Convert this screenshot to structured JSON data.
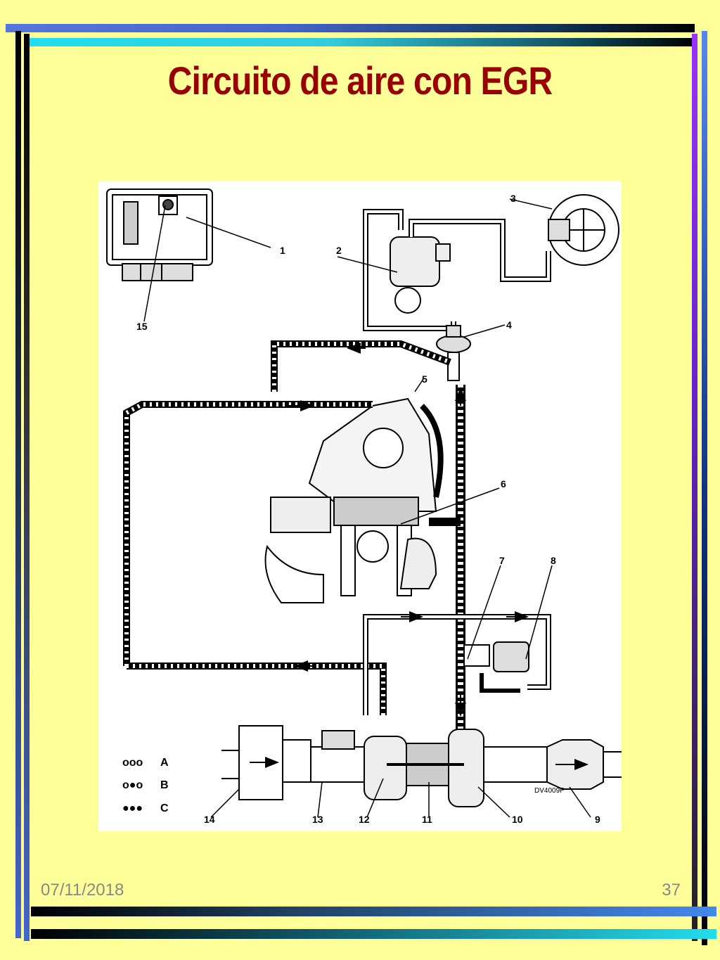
{
  "title": "Circuito de aire con EGR",
  "footer": {
    "date": "07/11/2018",
    "page": "37"
  },
  "diagram": {
    "code": "DV4009P",
    "callouts": [
      "1",
      "2",
      "3",
      "4",
      "5",
      "6",
      "7",
      "8",
      "9",
      "10",
      "11",
      "12",
      "13",
      "14",
      "15"
    ],
    "legend": [
      {
        "key": "A",
        "symbol": "ooo"
      },
      {
        "key": "B",
        "symbol": "o●o"
      },
      {
        "key": "C",
        "symbol": "●●●"
      }
    ]
  },
  "colors": {
    "background": "#ffff99",
    "title": "#990000",
    "footer_text": "#888888"
  }
}
